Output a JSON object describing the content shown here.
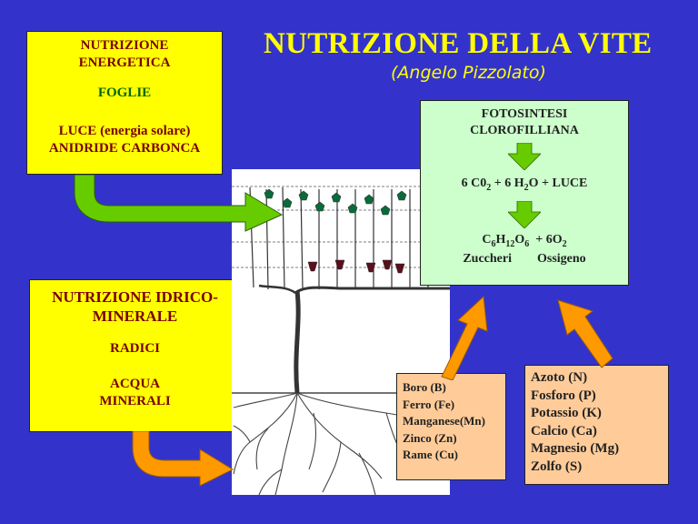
{
  "title": "NUTRIZIONE DELLA VITE",
  "subtitle": "(Angelo Pizzolato)",
  "energetica": {
    "title_line1": "NUTRIZIONE",
    "title_line2": "ENERGETICA",
    "organ": "FOGLIE",
    "input1": "LUCE (energia solare)",
    "input2": "ANIDRIDE CARBONCA"
  },
  "idrico": {
    "title_line1": "NUTRIZIONE IDRICO-",
    "title_line2": "MINERALE",
    "organ": "RADICI",
    "input1": "ACQUA",
    "input2": "MINERALI"
  },
  "fotosintesi": {
    "title_line1": "FOTOSINTESI",
    "title_line2": "CLOROFILLIANA",
    "reaction_left": "6 C0",
    "reaction_sub1": "2",
    "reaction_mid": " + 6 H",
    "reaction_sub2": "2",
    "reaction_right": "O + LUCE",
    "product_c": "C",
    "product_c_sub": "6",
    "product_h": "H",
    "product_h_sub": "12",
    "product_o": "O",
    "product_o_sub": "6",
    "product_plus": "+   6O",
    "product_o2_sub": "2",
    "label_zuccheri": "Zuccheri",
    "label_ossigeno": "Ossigeno"
  },
  "microelementi": [
    "Boro (B)",
    "Ferro (Fe)",
    "Manganese(Mn)",
    "Zinco (Zn)",
    "Rame (Cu)"
  ],
  "macroelementi": [
    "Azoto (N)",
    "Fosforo (P)",
    "Potassio (K)",
    "Calcio (Ca)",
    "Magnesio (Mg)",
    "Zolfo (S)"
  ],
  "colors": {
    "background": "#3333cc",
    "yellow_box": "#ffff00",
    "green_box": "#ccffcc",
    "orange_box": "#ffcc99",
    "green_arrow": "#66cc00",
    "orange_arrow": "#ff9900",
    "dark_red_text": "#7a0000"
  }
}
